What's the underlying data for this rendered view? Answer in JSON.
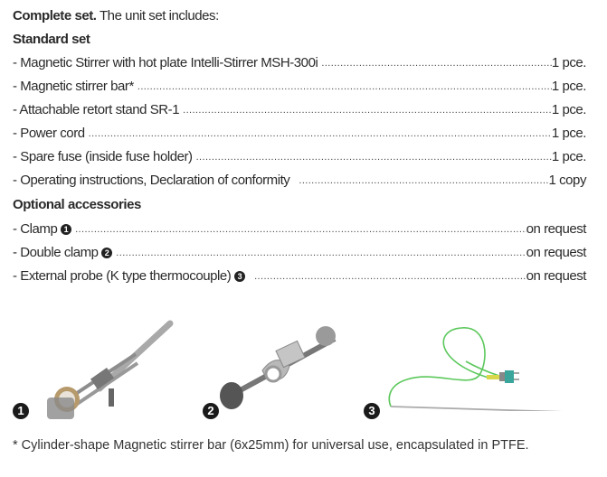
{
  "intro": {
    "bold": "Complete set.",
    "text": " The unit set includes:"
  },
  "standard": {
    "heading": "Standard set",
    "items": [
      {
        "label": "- Magnetic Stirrer with hot plate Intelli-Stirrer MSH-300i",
        "qty": "1 pce."
      },
      {
        "label": "- Magnetic stirrer bar*",
        "qty": "1 pce."
      },
      {
        "label": "- Attachable retort stand SR-1",
        "qty": "1 pce."
      },
      {
        "label": "- Power cord",
        "qty": "1 pce."
      },
      {
        "label": "- Spare fuse (inside fuse holder)",
        "qty": "1 pce."
      },
      {
        "label": "- Operating instructions, Declaration of conformity",
        "qty": "1 copy"
      }
    ]
  },
  "optional": {
    "heading": "Optional accessories",
    "items": [
      {
        "label": "- Clamp",
        "marker": "1",
        "qty": "on request"
      },
      {
        "label": "- Double clamp",
        "marker": "2",
        "qty": "on request"
      },
      {
        "label": "- External probe (K type thermocouple)",
        "marker": "3",
        "qty": "on request"
      }
    ]
  },
  "figures": [
    {
      "marker": "1"
    },
    {
      "marker": "2"
    },
    {
      "marker": "3"
    }
  ],
  "footnote": "* Cylinder-shape Magnetic stirrer bar (6x25mm) for universal use, encapsulated in PTFE."
}
